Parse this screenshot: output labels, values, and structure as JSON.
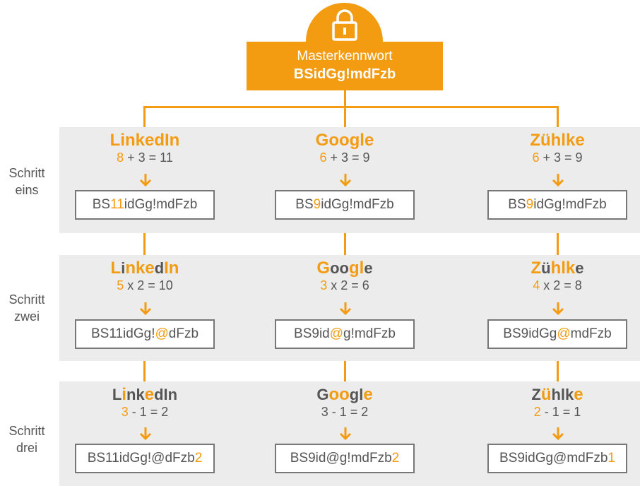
{
  "master": {
    "label": "Masterkennwort",
    "value": "BSidGg!mdFzb"
  },
  "steps": [
    {
      "label": "Schritt\neins"
    },
    {
      "label": "Schritt\nzwei"
    },
    {
      "label": "Schritt\ndrei"
    }
  ],
  "columns": [
    {
      "site": "LinkedIn",
      "rows": [
        {
          "name": [
            {
              "t": "LinkedIn",
              "hl": true,
              "big": true
            }
          ],
          "calc": [
            {
              "t": "8",
              "hl": true
            },
            {
              "t": " + 3 = 11",
              "hl": false
            }
          ],
          "pw": [
            {
              "t": "BS",
              "hl": false
            },
            {
              "t": "11",
              "hl": true
            },
            {
              "t": "idGg!mdFzb",
              "hl": false
            }
          ]
        },
        {
          "name": [
            {
              "t": "L",
              "hl": true,
              "big": true
            },
            {
              "t": "i",
              "hl": false
            },
            {
              "t": "nke",
              "hl": true,
              "big": true
            },
            {
              "t": "d",
              "hl": false
            },
            {
              "t": "In",
              "hl": true,
              "big": true
            }
          ],
          "calc": [
            {
              "t": "5",
              "hl": true
            },
            {
              "t": " x 2 = 10",
              "hl": false
            }
          ],
          "pw": [
            {
              "t": "BS11idGg!",
              "hl": false
            },
            {
              "t": "@",
              "hl": true
            },
            {
              "t": "dFzb",
              "hl": false
            }
          ]
        },
        {
          "name": [
            {
              "t": "L",
              "hl": false
            },
            {
              "t": "i",
              "hl": true,
              "big": true
            },
            {
              "t": "nk",
              "hl": false
            },
            {
              "t": "e",
              "hl": true,
              "big": true
            },
            {
              "t": "dI",
              "hl": false
            },
            {
              "t": "n",
              "hl": false
            }
          ],
          "calc": [
            {
              "t": "3",
              "hl": true
            },
            {
              "t": " - 1 = 2",
              "hl": false
            }
          ],
          "pw": [
            {
              "t": "BS11idGg!@dFzb",
              "hl": false
            },
            {
              "t": "2",
              "hl": true
            }
          ]
        }
      ]
    },
    {
      "site": "Google",
      "rows": [
        {
          "name": [
            {
              "t": "Google",
              "hl": true,
              "big": true
            }
          ],
          "calc": [
            {
              "t": "6",
              "hl": true
            },
            {
              "t": " + 3 = 9",
              "hl": false
            }
          ],
          "pw": [
            {
              "t": "BS",
              "hl": false
            },
            {
              "t": "9",
              "hl": true
            },
            {
              "t": "idGg!mdFzb",
              "hl": false
            }
          ]
        },
        {
          "name": [
            {
              "t": "G",
              "hl": true,
              "big": true
            },
            {
              "t": "oo",
              "hl": false
            },
            {
              "t": "gl",
              "hl": true,
              "big": true
            },
            {
              "t": "e",
              "hl": false
            }
          ],
          "calc": [
            {
              "t": "3",
              "hl": true
            },
            {
              "t": " x 2 = 6",
              "hl": false
            }
          ],
          "pw": [
            {
              "t": "BS9id",
              "hl": false
            },
            {
              "t": "@",
              "hl": true
            },
            {
              "t": "g!mdFzb",
              "hl": false
            }
          ]
        },
        {
          "name": [
            {
              "t": "G",
              "hl": false
            },
            {
              "t": "oo",
              "hl": true,
              "big": true
            },
            {
              "t": "gl",
              "hl": false
            },
            {
              "t": "e",
              "hl": true,
              "big": true
            }
          ],
          "calc": [
            {
              "t": "3 - 1 = 2",
              "hl": false
            }
          ],
          "pw": [
            {
              "t": "BS9id@g!mdFzb",
              "hl": false
            },
            {
              "t": "2",
              "hl": true
            }
          ]
        }
      ]
    },
    {
      "site": "Zühlke",
      "rows": [
        {
          "name": [
            {
              "t": "Zühlke",
              "hl": true,
              "big": true
            }
          ],
          "calc": [
            {
              "t": "6",
              "hl": true
            },
            {
              "t": " + 3 = 9",
              "hl": false
            }
          ],
          "pw": [
            {
              "t": "BS",
              "hl": false
            },
            {
              "t": "9",
              "hl": true
            },
            {
              "t": "idGg!mdFzb",
              "hl": false
            }
          ]
        },
        {
          "name": [
            {
              "t": "Z",
              "hl": true,
              "big": true
            },
            {
              "t": "ü",
              "hl": false
            },
            {
              "t": "hlk",
              "hl": true,
              "big": true
            },
            {
              "t": "e",
              "hl": false
            }
          ],
          "calc": [
            {
              "t": "4",
              "hl": true
            },
            {
              "t": " x 2 = 8",
              "hl": false
            }
          ],
          "pw": [
            {
              "t": "BS9idGg",
              "hl": false
            },
            {
              "t": "@",
              "hl": true
            },
            {
              "t": "mdFzb",
              "hl": false
            }
          ]
        },
        {
          "name": [
            {
              "t": "Z",
              "hl": false
            },
            {
              "t": "ü",
              "hl": true,
              "big": true
            },
            {
              "t": "hlk",
              "hl": false
            },
            {
              "t": "e",
              "hl": true,
              "big": true
            }
          ],
          "calc": [
            {
              "t": "2",
              "hl": true
            },
            {
              "t": " - 1 = 1",
              "hl": false
            }
          ],
          "pw": [
            {
              "t": "BS9idGg@mdFzb",
              "hl": false
            },
            {
              "t": "1",
              "hl": true
            }
          ]
        }
      ]
    }
  ],
  "colors": {
    "accent": "#f39c12",
    "band": "#ececec",
    "text": "#555555",
    "box_border": "#777777"
  },
  "icons": {
    "lock": "lock-icon",
    "arrow": "arrow-down-icon"
  }
}
